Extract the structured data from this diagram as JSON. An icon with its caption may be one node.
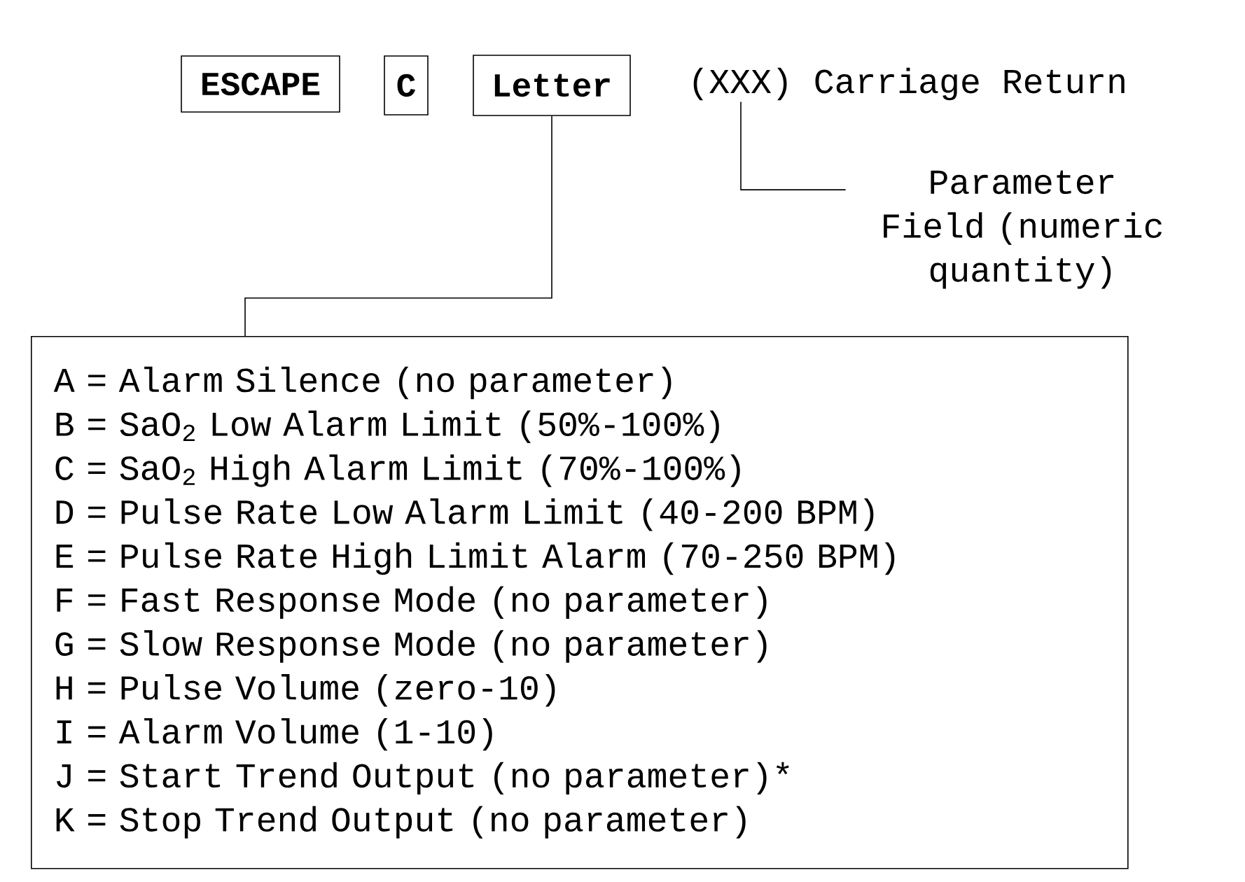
{
  "diagram": {
    "nodes": [
      {
        "text": [
          "ESCAPE"
        ]
      },
      {
        "text": [
          "C"
        ]
      },
      {
        "text": [
          "Letter"
        ]
      },
      {
        "text": [
          "(XXX) Carriage Return"
        ]
      },
      {
        "text": [
          "Parameter Field (numeric quantity)"
        ]
      },
      {
        "text": [
          "A = Alarm Silence (no parameter)",
          "B = SaO$_{2}$ Low Alarm Limit (50%-100%)",
          "C = SaO$_{2}$ High Alarm Limit (70%-100%)",
          "D = Pulse Rate Low Alarm Limit (40-200 BPM)",
          "E = Pulse Rate High Limit Alarm (70-250 BPM)",
          "F = Fast Response Mode (no parameter)",
          "G = Slow Response Mode (no parameter)",
          "H = Pulse Volume (zero-10)",
          "I = Alarm Volume (1-10)",
          "J = Start Trend Output (no parameter)*",
          "K = Stop Trend Output (no parameter)"
        ]
      }
    ],
    "edges": [
      {
        "from": 3,
        "to": 4,
        "arrow": "none"
      },
      {
        "from": 2,
        "to": 5,
        "arrow": "none"
      }
    ]
  }
}
